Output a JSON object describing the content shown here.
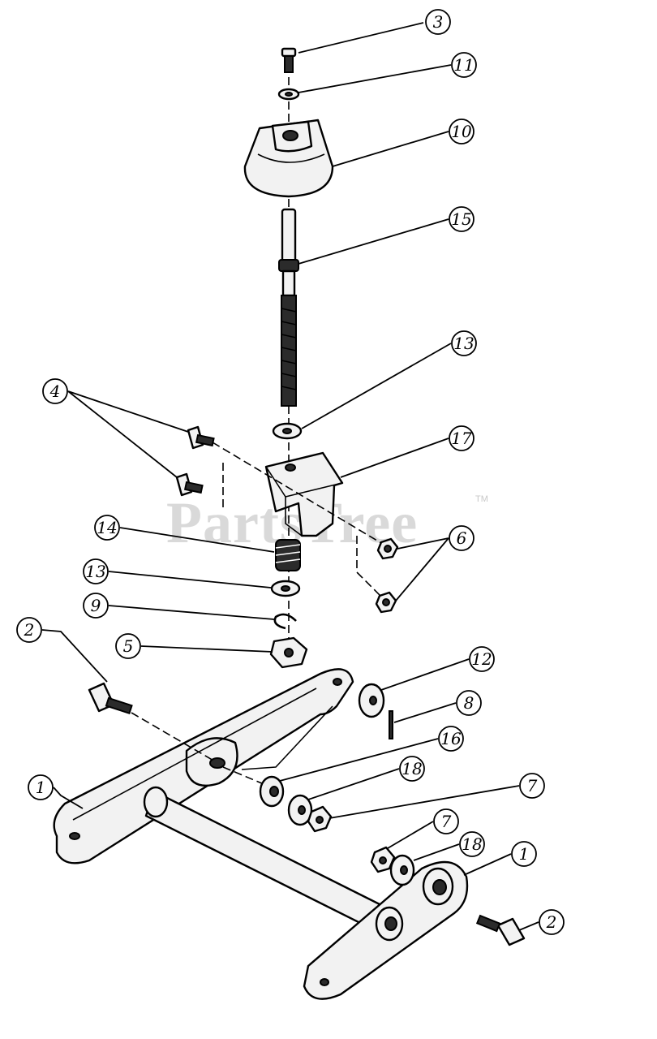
{
  "watermark": {
    "text": "PartsTree",
    "trademark": "TM"
  },
  "callouts": [
    {
      "id": "c3a",
      "label": "3"
    },
    {
      "id": "c11",
      "label": "11"
    },
    {
      "id": "c10",
      "label": "10"
    },
    {
      "id": "c15",
      "label": "15"
    },
    {
      "id": "c13a",
      "label": "13"
    },
    {
      "id": "c4",
      "label": "4"
    },
    {
      "id": "c17",
      "label": "17"
    },
    {
      "id": "c6",
      "label": "6"
    },
    {
      "id": "c14",
      "label": "14"
    },
    {
      "id": "c13b",
      "label": "13"
    },
    {
      "id": "c9",
      "label": "9"
    },
    {
      "id": "c2a",
      "label": "2"
    },
    {
      "id": "c5",
      "label": "5"
    },
    {
      "id": "c12",
      "label": "12"
    },
    {
      "id": "c8",
      "label": "8"
    },
    {
      "id": "c16",
      "label": "16"
    },
    {
      "id": "c18a",
      "label": "18"
    },
    {
      "id": "c7a",
      "label": "7"
    },
    {
      "id": "c1a",
      "label": "1"
    },
    {
      "id": "c7b",
      "label": "7"
    },
    {
      "id": "c18b",
      "label": "18"
    },
    {
      "id": "c1b",
      "label": "1"
    },
    {
      "id": "c2b",
      "label": "2"
    }
  ]
}
